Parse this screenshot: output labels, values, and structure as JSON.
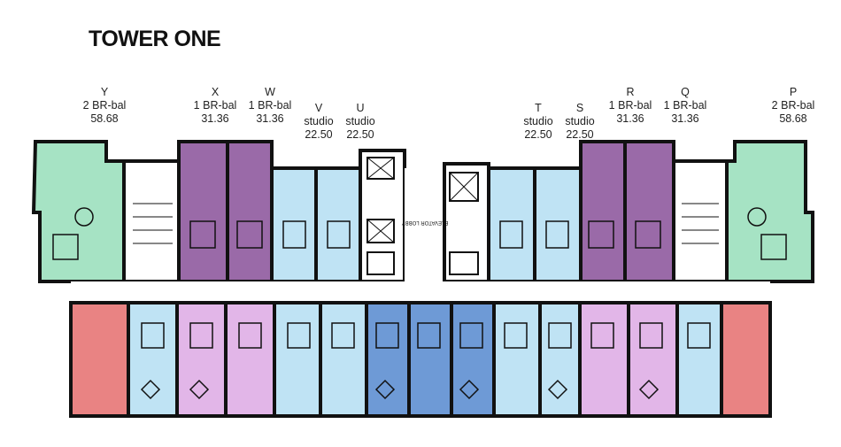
{
  "title": "TOWER ONE",
  "units": [
    {
      "code": "Y",
      "type": "2 BR-bal",
      "area": "58.68"
    },
    {
      "code": "X",
      "type": "1 BR-bal",
      "area": "31.36"
    },
    {
      "code": "W",
      "type": "1 BR-bal",
      "area": "31.36"
    },
    {
      "code": "V",
      "type": "studio",
      "area": "22.50"
    },
    {
      "code": "U",
      "type": "studio",
      "area": "22.50"
    },
    {
      "code": "T",
      "type": "studio",
      "area": "22.50"
    },
    {
      "code": "S",
      "type": "studio",
      "area": "22.50"
    },
    {
      "code": "R",
      "type": "1 BR-bal",
      "area": "31.36"
    },
    {
      "code": "Q",
      "type": "1 BR-bal",
      "area": "31.36"
    },
    {
      "code": "P",
      "type": "2 BR-bal",
      "area": "58.68"
    }
  ],
  "lobby_label": "ELEVATOR LOBBY",
  "colors": {
    "green": "#a6e3c4",
    "purple": "#9a6aa8",
    "lightblue": "#bfe3f4",
    "red": "#e98383",
    "pink": "#e2b6e8",
    "blue": "#6e9ad6",
    "wall": "#111111",
    "hall": "#ffffff"
  }
}
